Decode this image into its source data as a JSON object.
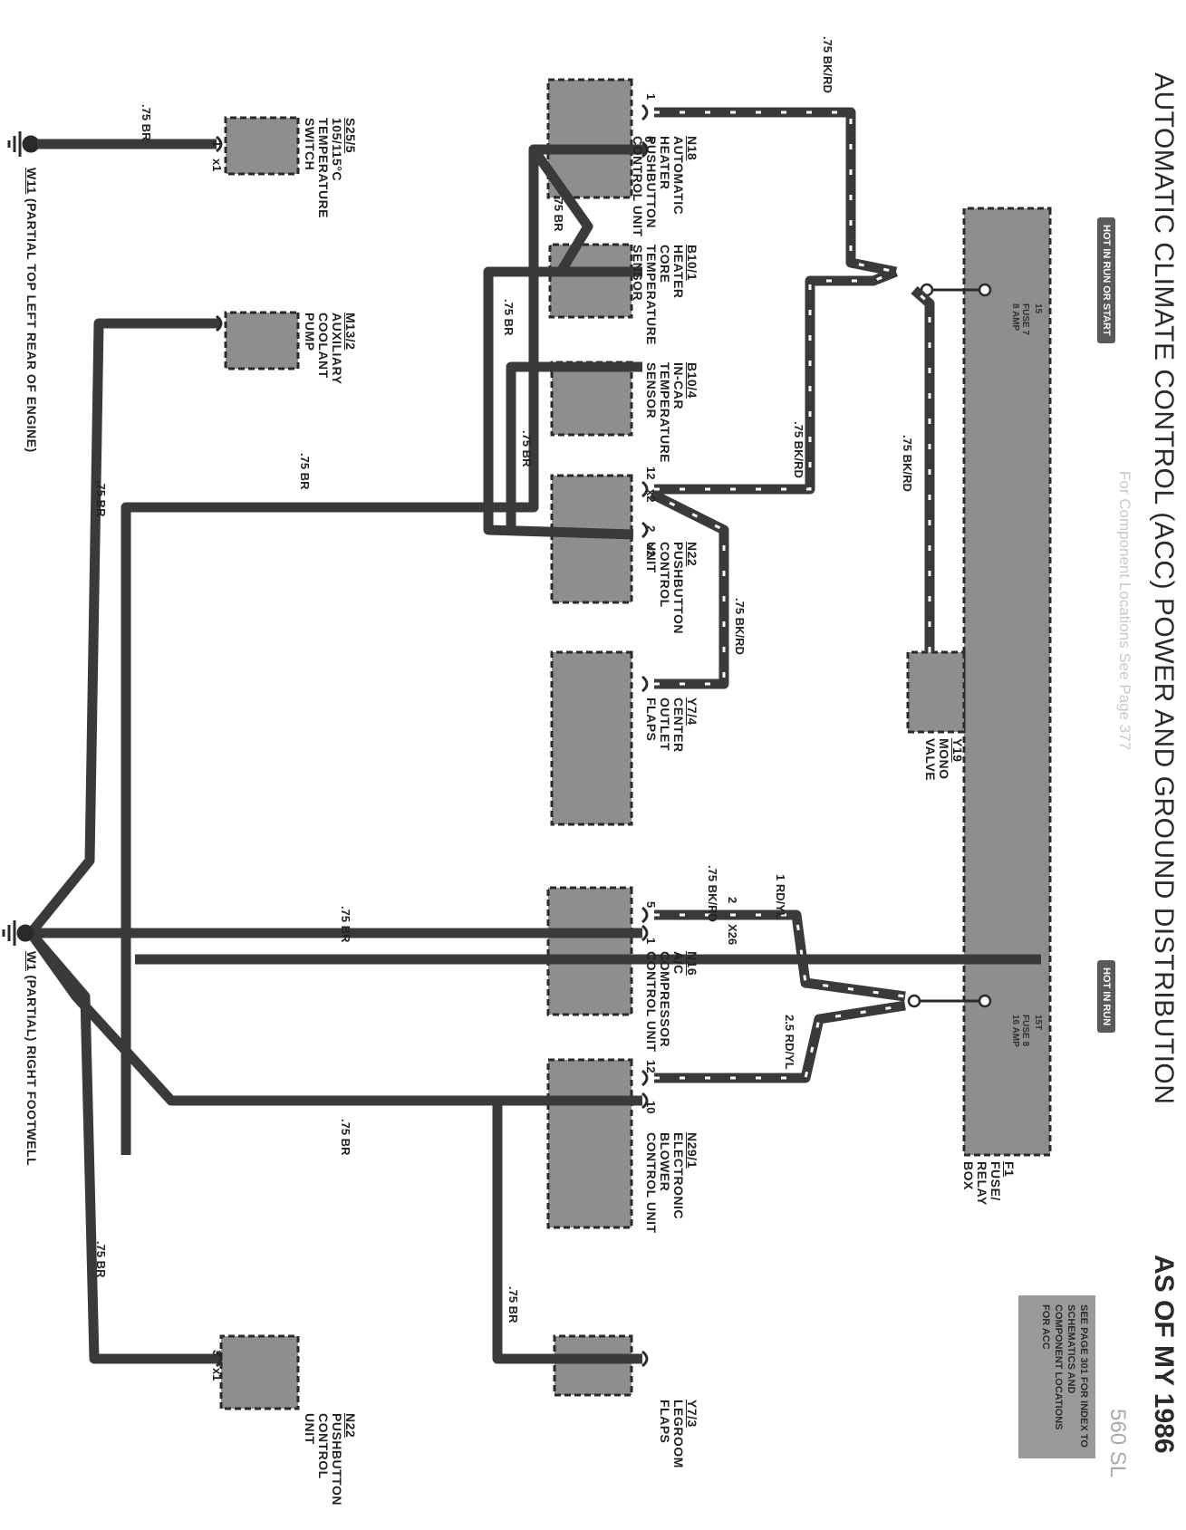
{
  "title": "AUTOMATIC CLIMATE CONTROL (ACC) POWER AND GROUND DISTRIBUTION",
  "as_of": "AS OF MY 1986",
  "subtitle": "For Component Locations See Page 377",
  "model": "560 SL",
  "note": "SEE PAGE 301 FOR INDEX TO SCHEMATICS AND COMPONENT LOCATIONS FOR ACC",
  "fuse_box": {
    "code": "F1",
    "name": "FUSE/\nRELAY\nBOX",
    "badge_run_start": "HOT IN RUN OR START",
    "badge_run": "HOT IN RUN",
    "fuse7_num": "15",
    "fuse7_label": "FUSE 7\n8 AMP",
    "fuse8_num": "15T",
    "fuse8_label": "FUSE 8\n16 AMP"
  },
  "components": {
    "n18": {
      "code": "N18",
      "name": "AUTOMATIC\nHEATER\nPUSHBUTTON\nCONTROL UNIT"
    },
    "b10_1": {
      "code": "B10/1",
      "name": "HEATER\nCORE\nTEMPERATURE\nSENSOR"
    },
    "b10_4": {
      "code": "B10/4",
      "name": "IN-CAR\nTEMPERATURE\nSENSOR"
    },
    "n22a": {
      "code": "N22",
      "name": "PUSHBUTTON\nCONTROL\nUNIT"
    },
    "y7_4": {
      "code": "Y7/4",
      "name": "CENTER\nOUTLET\nFLAPS"
    },
    "y19": {
      "code": "Y19",
      "name": "MONO\nVALVE"
    },
    "n16": {
      "code": "N16",
      "name": "A/C\nCOMPRESSOR\nCONTROL UNIT"
    },
    "n29_1": {
      "code": "N29/1",
      "name": "ELECTRONIC\nBLOWER\nCONTROL UNIT"
    },
    "y7_3": {
      "code": "Y7/3",
      "name": "LEGROOM\nFLAPS"
    },
    "s25_5": {
      "code": "S25/5",
      "name": "105/115°C\nTEMPERATURE\nSWITCH"
    },
    "m13_2": {
      "code": "M13/2",
      "name": "AUXILIARY\nCOOLANT\nPUMP"
    },
    "n22b": {
      "code": "N22",
      "name": "PUSHBUTTON\nCONTROL\nUNIT"
    }
  },
  "grounds": {
    "w11": {
      "code": "W11",
      "name": " (PARTIAL TOP LEFT REAR OF ENGINE)"
    },
    "w1": {
      "code": "W1",
      "name": " (PARTIAL) RIGHT FOOTWELL"
    }
  },
  "wire_labels": {
    "bk_rd_n18": ".75 BK/RD",
    "bk_rd_n22": ".75 BK/RD",
    "bk_rd_y19": ".75 BK/RD",
    "bk_rd_y74": ".75 BK/RD",
    "bk_rd_n16": ".75 BK/RD",
    "rd_yl_1": "1 RD/YL",
    "rd_yl_25": "2.5 RD/YL",
    "br_s25": ".75 BR",
    "br_n18": ".75 BR",
    "br_b101": ".75 BR",
    "br_b104": ".75 BR",
    "br_n22_top": ".75 BR",
    "br_m132": ".75 BR",
    "br_n16": ".75 BR",
    "br_n29": ".75 BR",
    "br_y73": ".75 BR",
    "br_n22b": ".75 BR"
  },
  "pins": {
    "n18_1": "1",
    "n18_6": "6",
    "n22_12": "12",
    "n22_x2a": "x2",
    "n22_2": "2",
    "n22_x2b": "x2",
    "s25_1": "1",
    "s25_x1": "x1",
    "n16_5": "5",
    "n16_1": "1",
    "x26_2": "2",
    "x26": "X26",
    "n29_12": "12",
    "n29_10": "10",
    "n22b_3": "3",
    "n22b_x1": "x1"
  }
}
